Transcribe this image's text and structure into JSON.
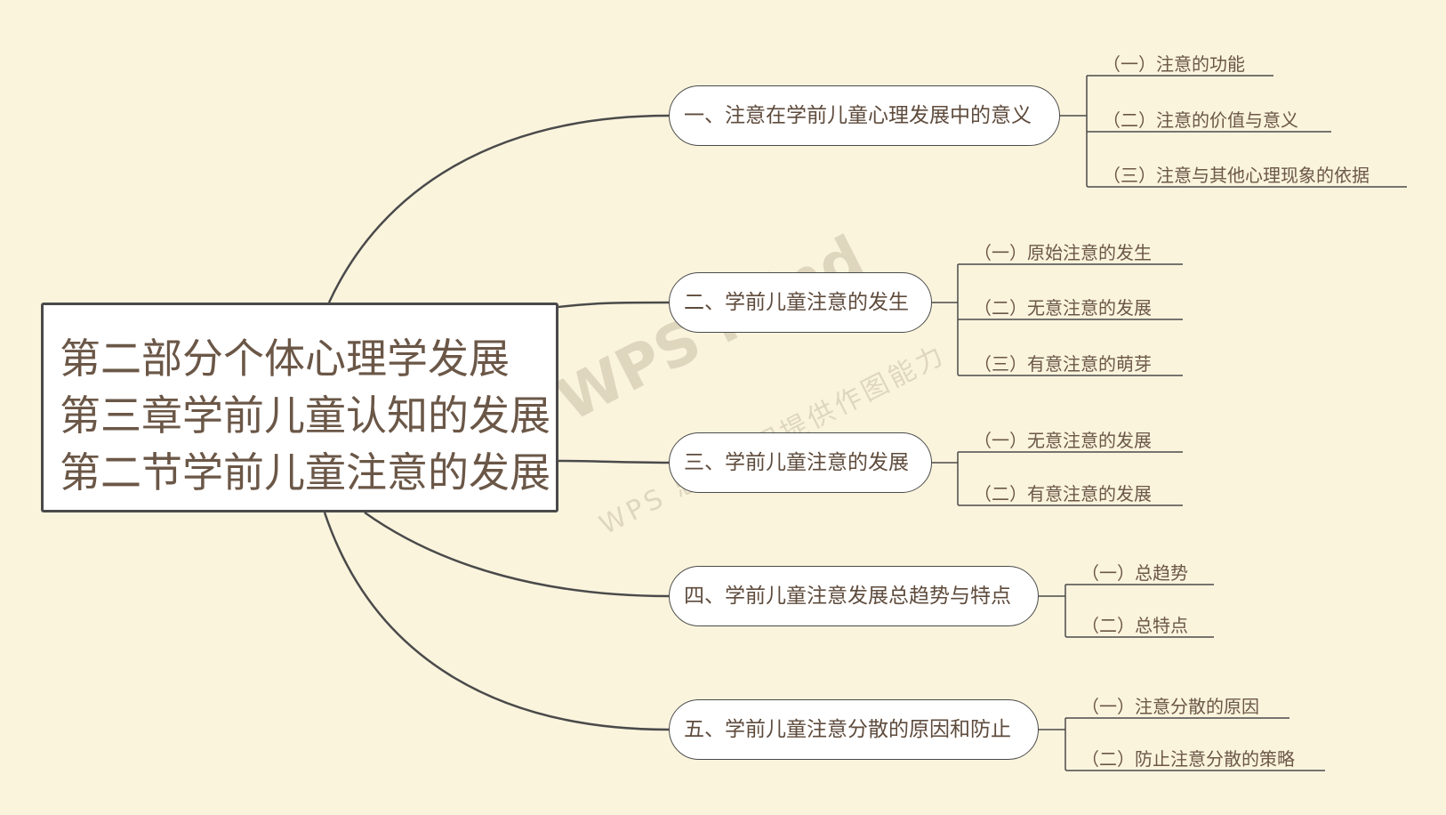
{
  "root": {
    "lines": [
      "第二部分个体心理学发展",
      "第三章学前儿童认知的发展",
      "第二节学前儿童注意的发展"
    ]
  },
  "branches": [
    {
      "label": "一、注意在学前儿童心理发展中的意义",
      "children": [
        "（一）注意的功能",
        "（二）注意的价值与意义",
        "（三）注意与其他心理现象的依据"
      ]
    },
    {
      "label": "二、学前儿童注意的发生",
      "children": [
        "（一）原始注意的发生",
        "（二）无意注意的发展",
        "（三）有意注意的萌芽"
      ]
    },
    {
      "label": "三、学前儿童注意的发展",
      "children": [
        "（一）无意注意的发展",
        "（二）有意注意的发展"
      ]
    },
    {
      "label": "四、学前儿童注意发展总趋势与特点",
      "children": [
        "（一）总趋势",
        "（二）总特点"
      ]
    },
    {
      "label": "五、学前儿童注意分散的原因和防止",
      "children": [
        "（一）注意分散的原因",
        "（二）防止注意分散的策略"
      ]
    }
  ],
  "watermark": {
    "main": "WPS Mind",
    "sub": "WPS 思维导图提供作图能力"
  },
  "colors": {
    "background": "#fbf4dd",
    "line": "#4a4a4a",
    "text": "#6b5747"
  }
}
